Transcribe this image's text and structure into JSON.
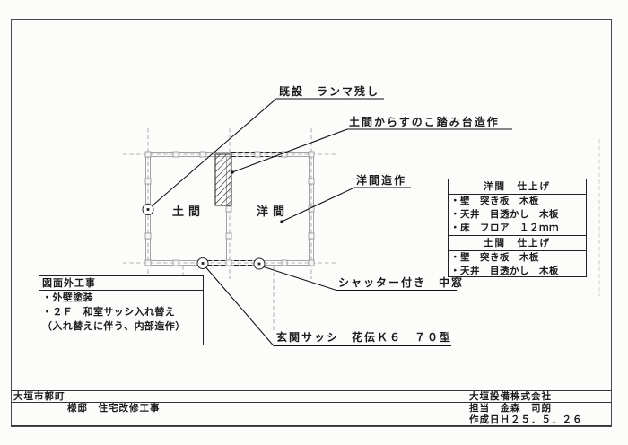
{
  "drawing": {
    "annotations": {
      "ranma": "既設　ランマ残し",
      "sunoko": "土間からすのこ踏み台造作",
      "yoma_zosaku": "洋間造作",
      "shutter": "シャッター付き　中窓",
      "genkan": "玄関サッシ　花伝Ｋ６　７０型"
    },
    "rooms": {
      "doma": "土間",
      "yoma": "洋間"
    }
  },
  "finish_table": {
    "header1": "洋間　仕上げ",
    "rows1": [
      "・壁　突き板　木板",
      "・天井　目透かし　木板",
      "・床　フロア　１２ｍｍ"
    ],
    "header2": "土間　仕上げ",
    "rows2": [
      "・壁　突き板　木板",
      "・天井　目透かし　木板"
    ]
  },
  "offsite_box": {
    "title": "図面外工事",
    "items": [
      "・外壁塗装",
      "・２Ｆ　和室サッシ入れ替え",
      "（入れ替えに伴う、内部造作）"
    ]
  },
  "title_block": {
    "site": "大垣市郭町",
    "project": "様邸　住宅改修工事",
    "company": "大垣設備株式会社",
    "staff": "担当　金森　司朗",
    "created": "作成日Ｈ２５．５．２６"
  },
  "colors": {
    "paper": "#fcfcfb",
    "ink": "#1a1a1a",
    "wall": "#a3a3a3",
    "grid": "#9a9a9a"
  }
}
